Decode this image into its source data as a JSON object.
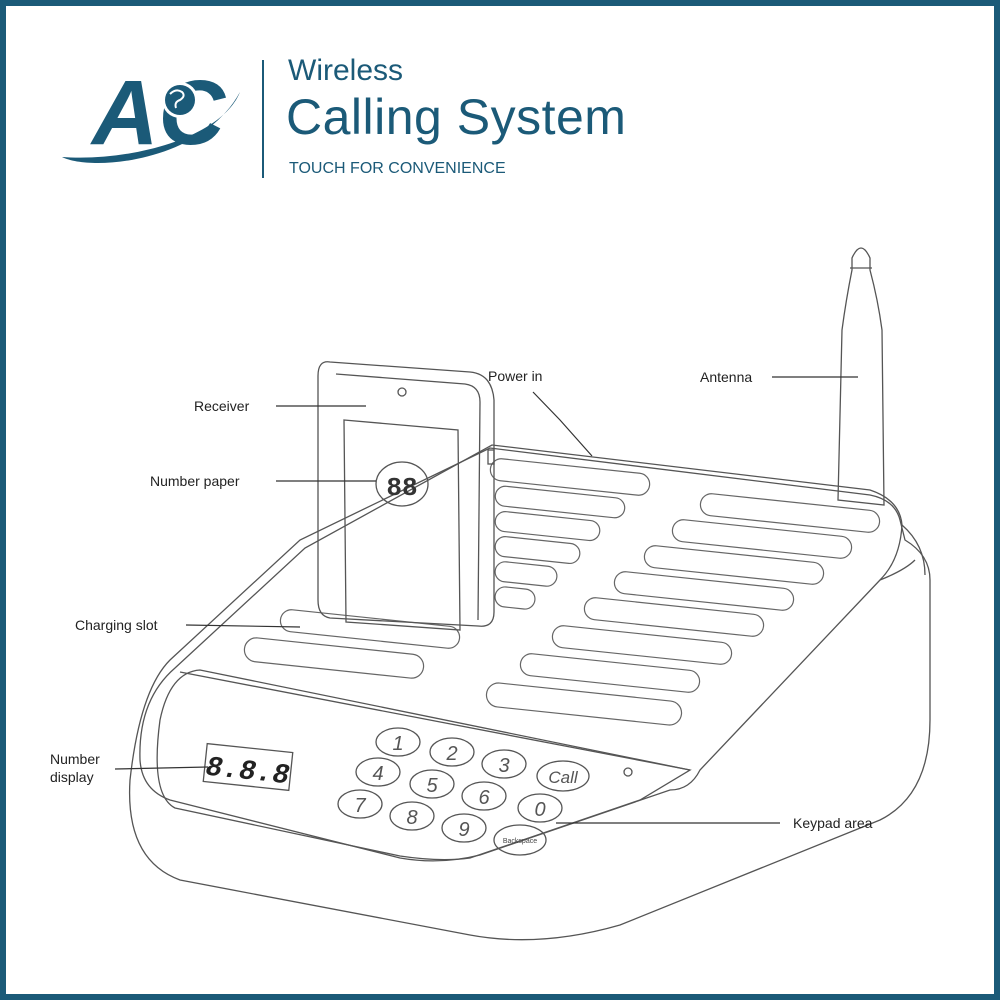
{
  "brand": {
    "logo_letters": "AC",
    "line1": "Wireless",
    "line2": "Calling System",
    "tagline": "TOUCH FOR CONVENIENCE",
    "color": "#1b5a78"
  },
  "labels": {
    "power_in": "Power in",
    "antenna": "Antenna",
    "receiver": "Receiver",
    "number_paper": "Number paper",
    "charging_slot": "Charging slot",
    "number_display_1": "Number",
    "number_display_2": "display",
    "keypad_area": "Keypad area"
  },
  "receiver_number": "88",
  "display_digits": "8.8.8",
  "keypad": {
    "keys": [
      "1",
      "2",
      "3",
      "Call",
      "4",
      "5",
      "6",
      "7",
      "8",
      "9",
      "0",
      "Backspace"
    ]
  }
}
